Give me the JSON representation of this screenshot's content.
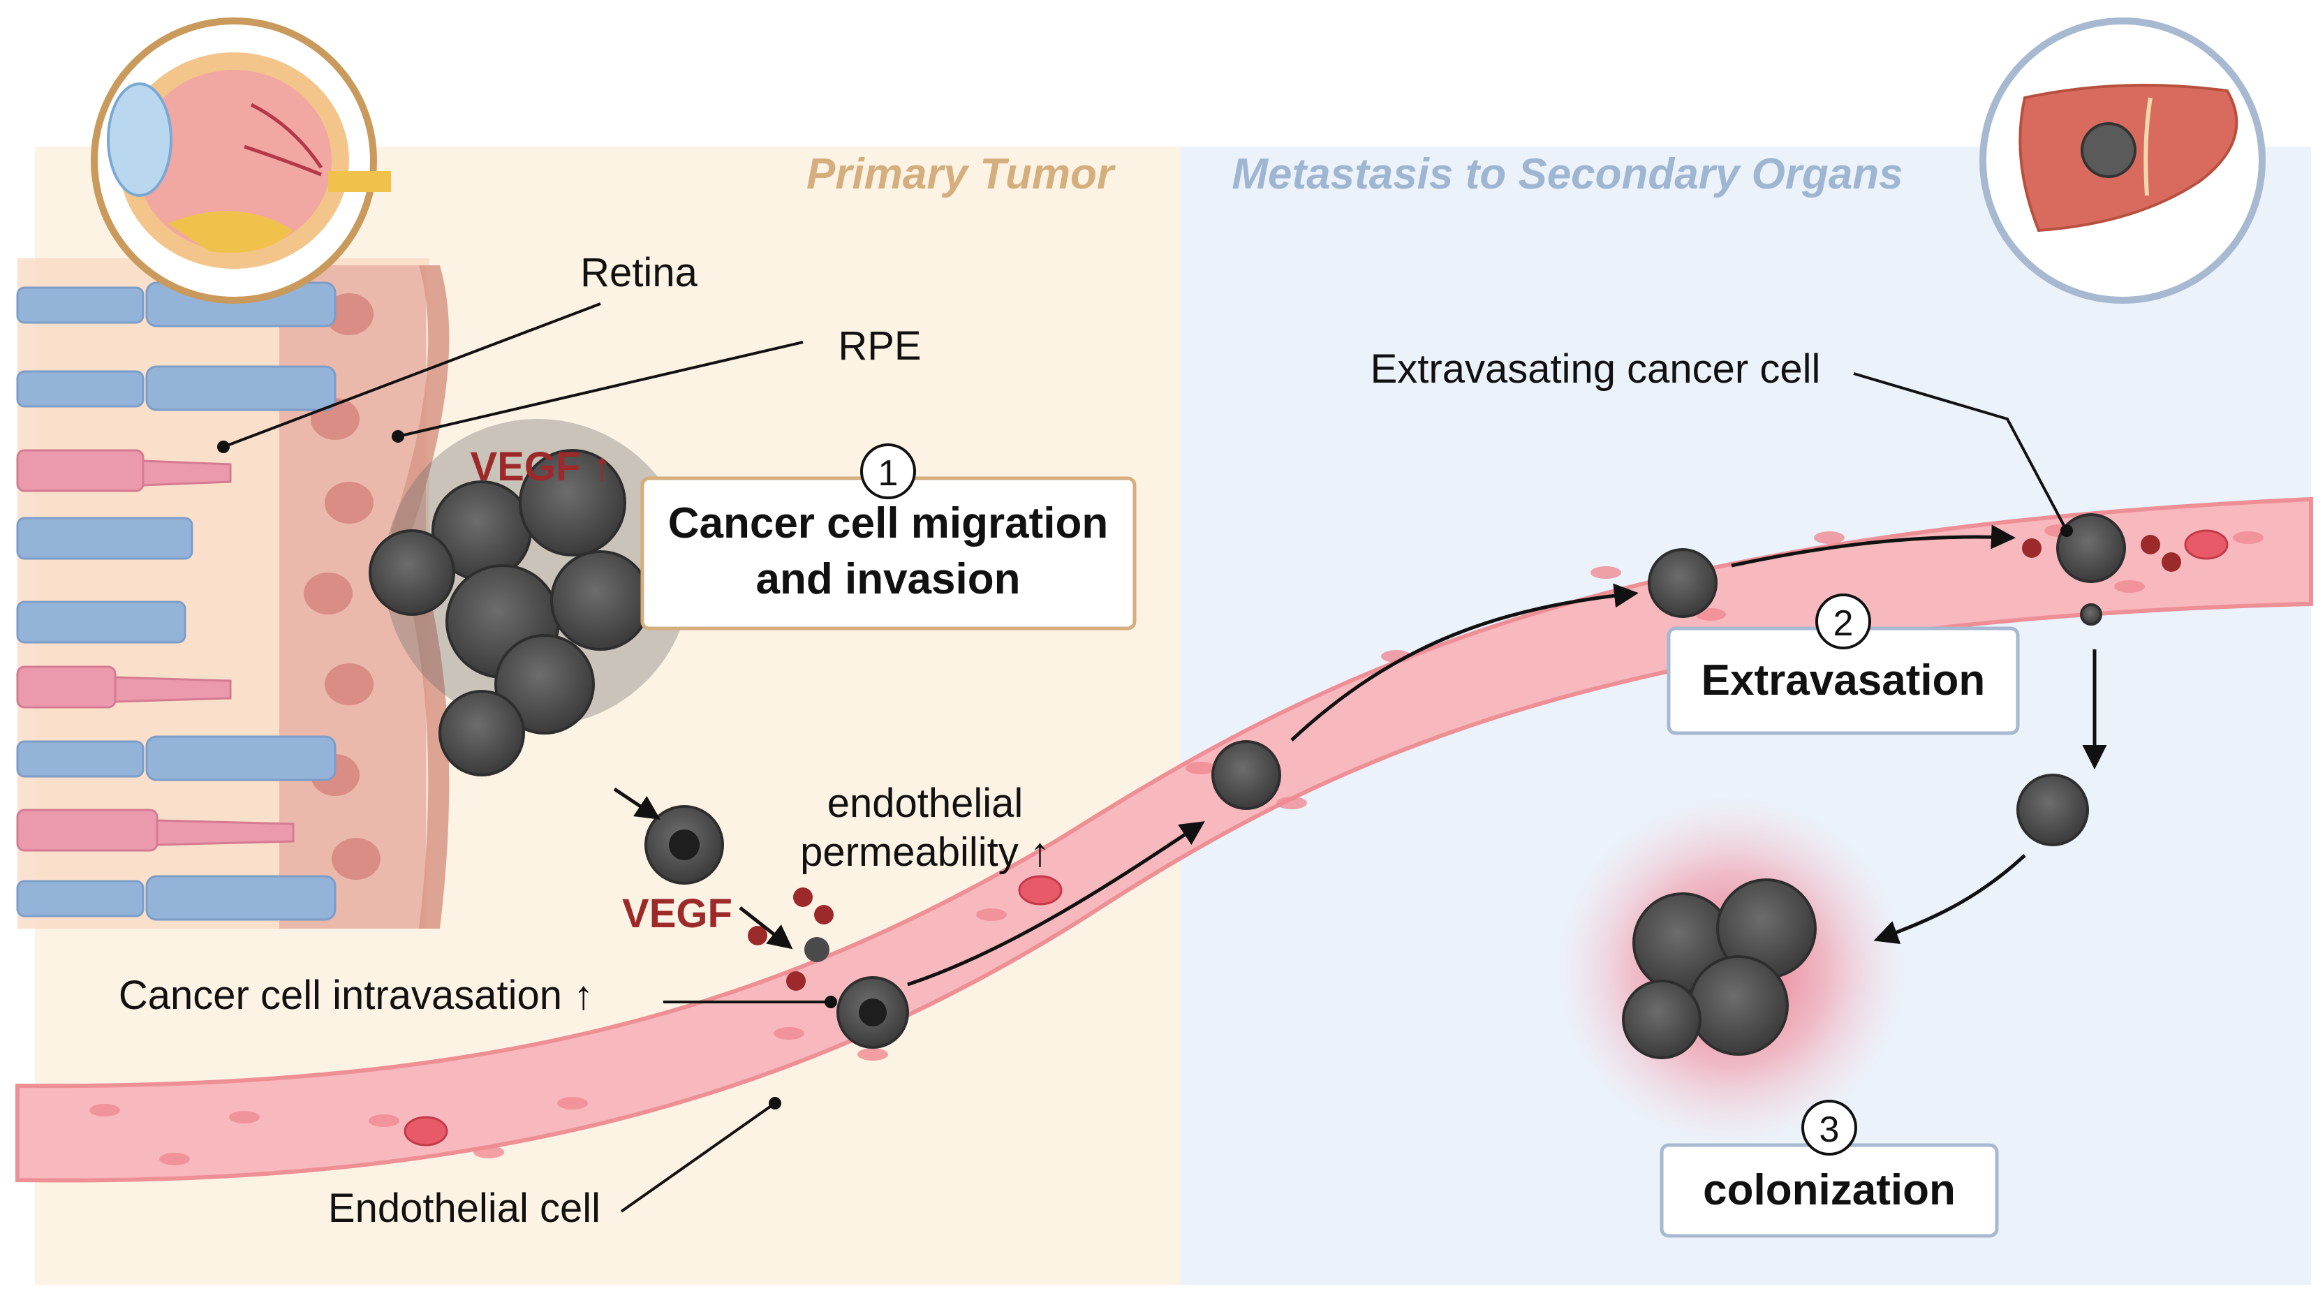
{
  "panels": {
    "primary_title": "Primary Tumor",
    "secondary_title": "Metastasis to Secondary Organs"
  },
  "labels": {
    "retina": "Retina",
    "rpe": "RPE",
    "vegf_up": "VEGF ↑",
    "vegf": "VEGF",
    "endothelial_permeability_line1": "endothelial",
    "endothelial_permeability_line2": "permeability ↑",
    "intravasation": "Cancer cell intravasation ↑",
    "endothelial_cell": "Endothelial cell",
    "extravasating_cell": "Extravasating cancer cell"
  },
  "steps": [
    {
      "number": "1",
      "line1": "Cancer cell migration",
      "line2": "and invasion"
    },
    {
      "number": "2",
      "line1": "Extravasation",
      "line2": ""
    },
    {
      "number": "3",
      "line1": "colonization",
      "line2": ""
    }
  ],
  "colors": {
    "primary_bg": "#fcf3e4",
    "secondary_bg": "#ecf2fa",
    "primary_title": "#d4ae7c",
    "secondary_title": "#9fb6d2",
    "vegf": "#9c2a2a",
    "vessel": "#f7b9bd",
    "vessel_wall": "#ee8f96",
    "cancer_cell": "#4a4a4a",
    "eye_ring": "#c99a5c",
    "liver_ring": "#a7b8d1",
    "rod": "#94b3d8",
    "cone": "#eb99ad"
  },
  "icons": [
    "eye-icon",
    "liver-icon"
  ]
}
